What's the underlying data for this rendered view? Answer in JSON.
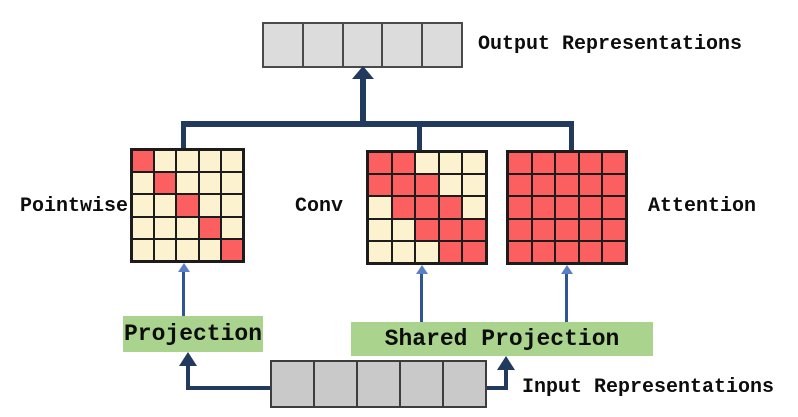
{
  "labels": {
    "output": "Output Representations",
    "input": "Input Representations"
  },
  "rows": {
    "output": {
      "cells": 5
    },
    "input": {
      "cells": 5
    }
  },
  "matrices": [
    {
      "id": "pointwise",
      "label": "Pointwise",
      "size": 5,
      "pattern": [
        "10000",
        "01000",
        "00100",
        "00010",
        "00001"
      ]
    },
    {
      "id": "conv",
      "label": "Conv",
      "size": 5,
      "pattern": [
        "11000",
        "11100",
        "01110",
        "00111",
        "00011"
      ]
    },
    {
      "id": "attention",
      "label": "Attention",
      "size": 5,
      "pattern": [
        "11111",
        "11111",
        "11111",
        "11111",
        "11111"
      ]
    }
  ],
  "projection_boxes": [
    {
      "id": "projection",
      "label": "Projection"
    },
    {
      "id": "shared-projection",
      "label": "Shared Projection"
    }
  ],
  "colors": {
    "sparse_active": "#fb5f5f",
    "sparse_inactive": "#fdf2d0",
    "projection_green": "#aad48e",
    "arrow_navy": "#213a5e",
    "connector_blue": "#2f5597",
    "output_gray": "#dcdcdc",
    "input_gray": "#c9c9c9"
  }
}
